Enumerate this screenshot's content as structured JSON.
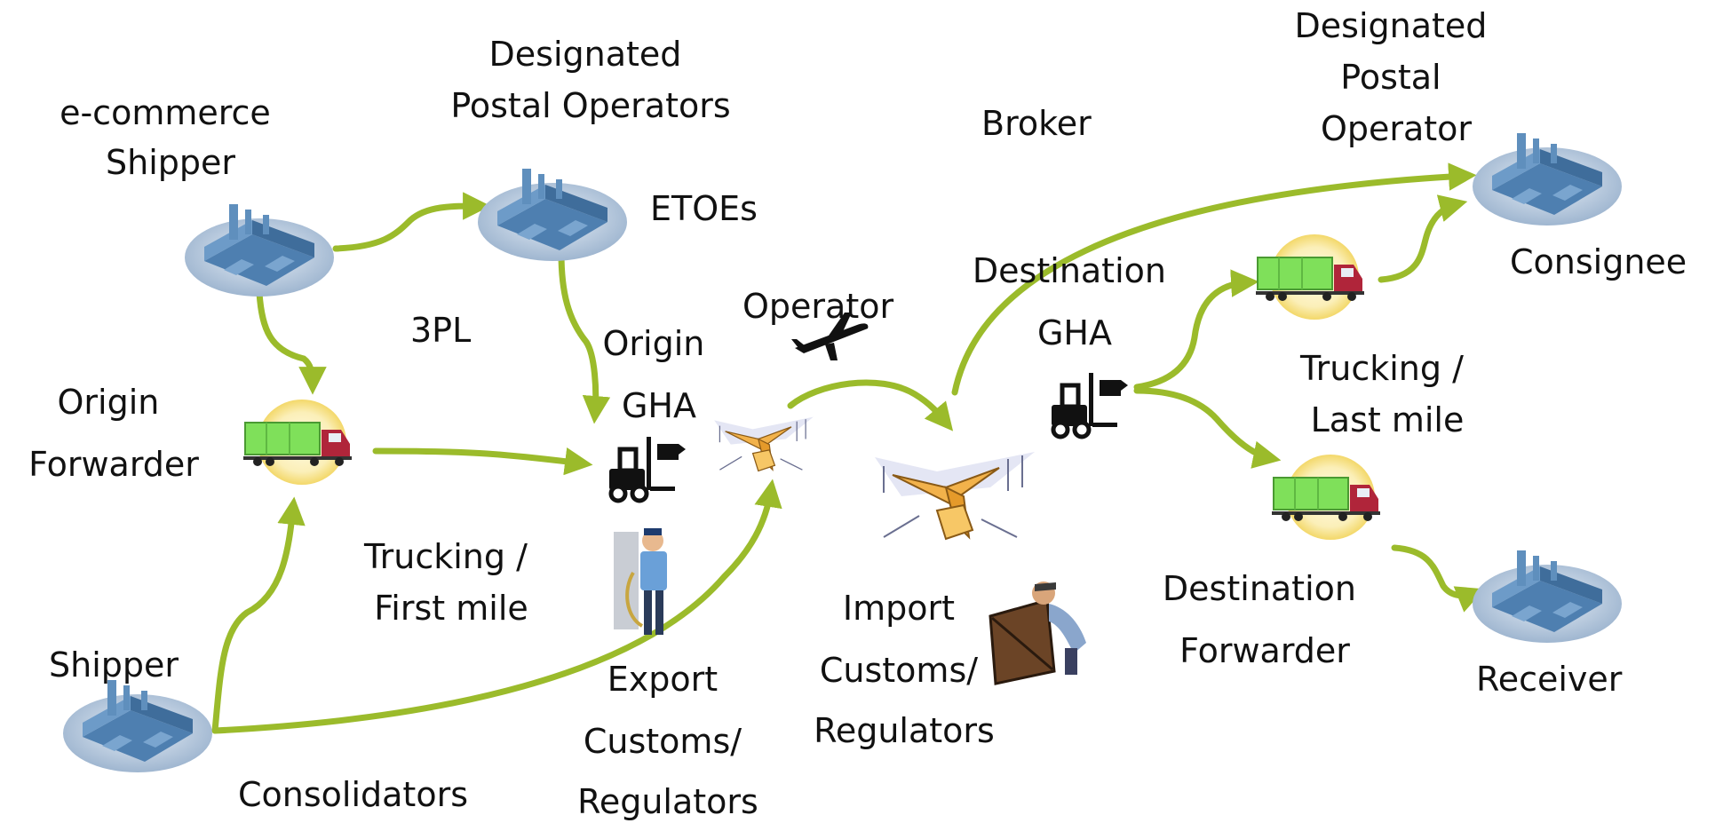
{
  "colors": {
    "arrow": "#9bbb2b",
    "factory": "#5f8fbd",
    "factory_base": "#c4d4e6",
    "truck_cargo": "#7fe05a",
    "truck_cab": "#b0253a",
    "halo": "#f6e7a0",
    "text": "#111111"
  },
  "icons": {
    "factory": "factory-icon",
    "truck": "truck-icon",
    "forklift": "forklift-icon",
    "airport": "airport-icon",
    "airplane": "airplane-icon",
    "customs_officer": "customs-officer-icon",
    "crate_worker": "crate-worker-icon"
  },
  "labels": {
    "ecommerce_shipper": [
      "e-commerce",
      "Shipper"
    ],
    "designated_postal_operators": [
      "Designated",
      "Postal Operators"
    ],
    "etoes": "ETOEs",
    "broker": "Broker",
    "designated_postal_operator": [
      "Designated",
      "Postal",
      "Operator"
    ],
    "consignee": "Consignee",
    "three_pl": "3PL",
    "operator": "Operator",
    "destination_gha": [
      "Destination",
      "GHA"
    ],
    "origin_gha": [
      "Origin",
      "GHA"
    ],
    "origin_forwarder": [
      "Origin",
      "Forwarder"
    ],
    "trucking_last_mile": [
      "Trucking /",
      "Last mile"
    ],
    "trucking_first_mile": [
      "Trucking /",
      "First mile"
    ],
    "import_customs": [
      "Import",
      "Customs/",
      "Regulators"
    ],
    "destination_forwarder": [
      "Destination",
      "Forwarder"
    ],
    "shipper": "Shipper",
    "export_customs": [
      "Export",
      "Customs/",
      "Regulators"
    ],
    "receiver": "Receiver",
    "consolidators": "Consolidators"
  }
}
